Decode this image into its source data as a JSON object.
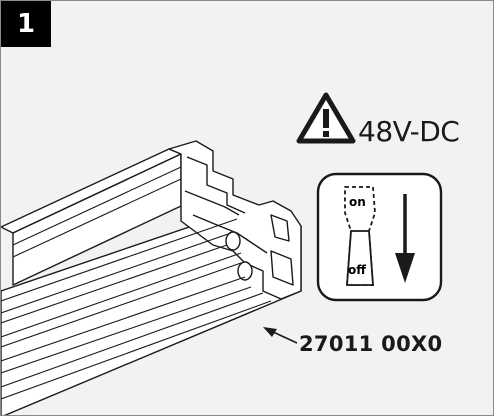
{
  "step": {
    "number": "1"
  },
  "warning": {
    "icon": "warning-triangle-icon",
    "voltage": "48V-DC"
  },
  "switch": {
    "on_label": "on",
    "off_label": "off",
    "direction_icon": "arrow-down-icon"
  },
  "part": {
    "number": "27011 00X0"
  }
}
